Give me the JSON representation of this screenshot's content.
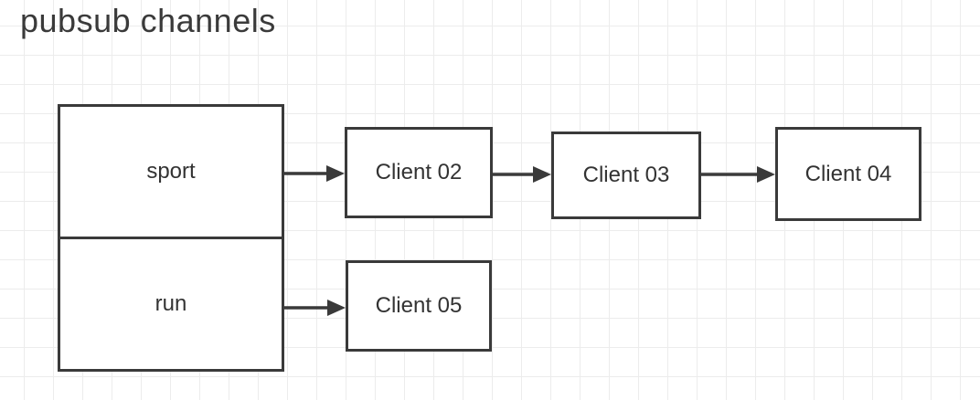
{
  "title": "pubsub channels",
  "diagram": {
    "type": "flow-diagram",
    "channels": [
      {
        "id": "sport",
        "label": "sport"
      },
      {
        "id": "run",
        "label": "run"
      }
    ],
    "clients": [
      {
        "id": "client-02",
        "label": "Client 02"
      },
      {
        "id": "client-03",
        "label": "Client 03"
      },
      {
        "id": "client-04",
        "label": "Client 04"
      },
      {
        "id": "client-05",
        "label": "Client 05"
      }
    ],
    "edges": [
      {
        "from": "sport",
        "to": "Client 02"
      },
      {
        "from": "Client 02",
        "to": "Client 03"
      },
      {
        "from": "Client 03",
        "to": "Client 04"
      },
      {
        "from": "run",
        "to": "Client 05"
      }
    ]
  },
  "colors": {
    "stroke": "#3a3a3a",
    "text": "#333333",
    "grid": "#ececec",
    "background": "#ffffff"
  }
}
